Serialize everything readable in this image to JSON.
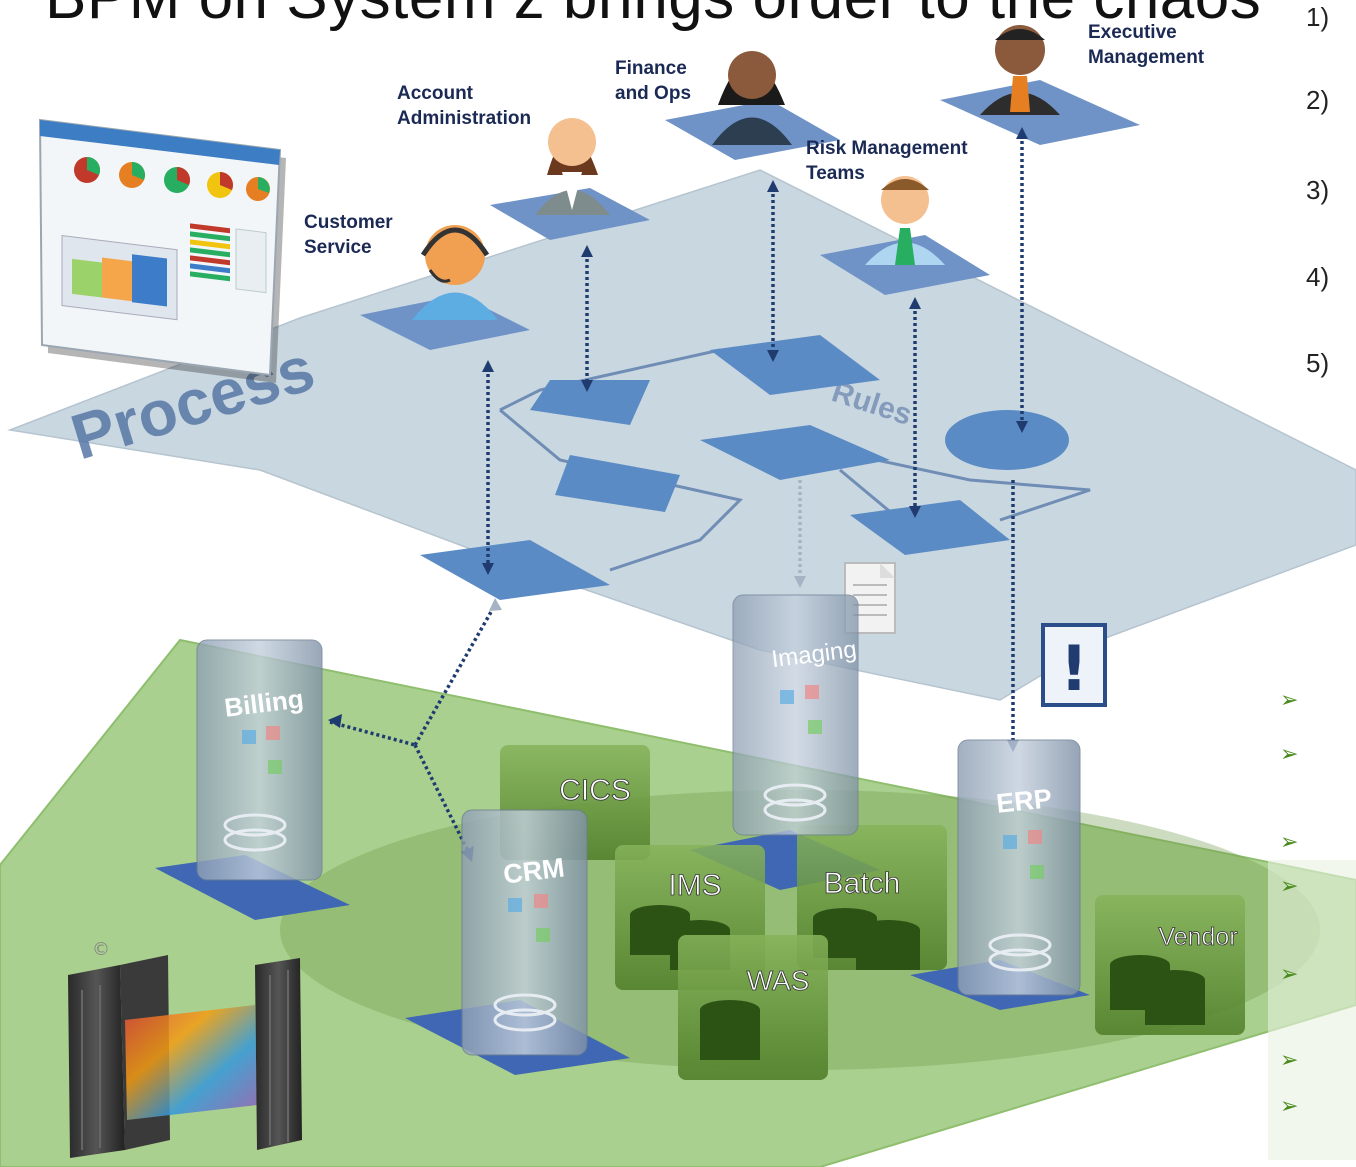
{
  "title": "BPM on System z brings order to the chaos",
  "numbered_list": [
    "1)",
    "2)",
    "3)",
    "4)",
    "5)"
  ],
  "roles": {
    "customer_service": [
      "Customer",
      "Service"
    ],
    "account_admin": [
      "Account",
      "Administration"
    ],
    "finance_ops": [
      "Finance",
      "and Ops"
    ],
    "risk_mgmt": [
      "Risk Management",
      "Teams"
    ],
    "executive": [
      "Executive",
      "Management"
    ]
  },
  "process_layer": {
    "process_label": "Process",
    "rules_label": "Rules"
  },
  "systems": {
    "billing": "Billing",
    "imaging": "Imaging",
    "crm": "CRM",
    "erp": "ERP",
    "cics": "CICS",
    "ims": "IMS",
    "batch": "Batch",
    "was": "WAS",
    "vendor": "Vendor"
  },
  "alert_glyph": "!",
  "copyright_glyph": "©",
  "bullet_glyph": "➢",
  "colors": {
    "process_plane": "#c8d6e0",
    "process_shape": "#5b8bc4",
    "system_plane": "#a9d08e",
    "green_box": "#5f8f33",
    "dashboard_pie": [
      "#c0392b",
      "#e67e22",
      "#27ae60",
      "#f1c40f"
    ]
  }
}
